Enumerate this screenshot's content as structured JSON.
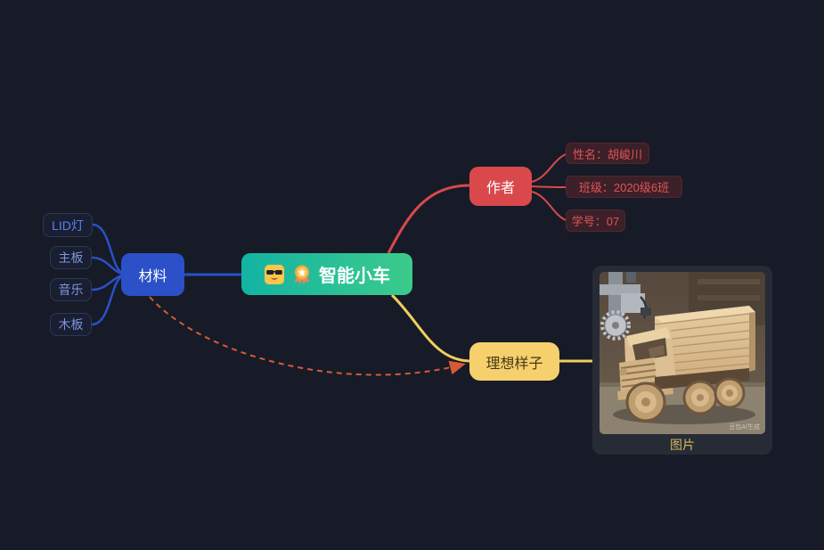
{
  "app": {
    "background_color": "#161b27"
  },
  "mindmap": {
    "root": {
      "label": "智能小车",
      "icons": [
        "cool-face-emoji",
        "medal-emoji"
      ],
      "bg_gradient_start": "#13b3a3",
      "bg_gradient_end": "#3ccb8b",
      "text_color": "#ffffff"
    },
    "materials": {
      "label": "材料",
      "color": "#2b50c8",
      "children": [
        {
          "label": "LID灯"
        },
        {
          "label": "主板"
        },
        {
          "label": "音乐"
        },
        {
          "label": "木板"
        }
      ]
    },
    "author": {
      "label": "作者",
      "color": "#d9494c",
      "children": [
        {
          "label": "性名：胡峻川"
        },
        {
          "label": "班级：2020级6班"
        },
        {
          "label": "学号：07"
        }
      ]
    },
    "ideal": {
      "label": "理想样子",
      "color": "#f7d06e"
    },
    "image_card": {
      "caption": "图片",
      "watermark": "豆包AI生成",
      "description": "wooden-model-truck-photo"
    },
    "relationship": {
      "from": "材料",
      "to": "理想样子",
      "style": "dashed-arrow",
      "color": "#d65a36"
    }
  }
}
